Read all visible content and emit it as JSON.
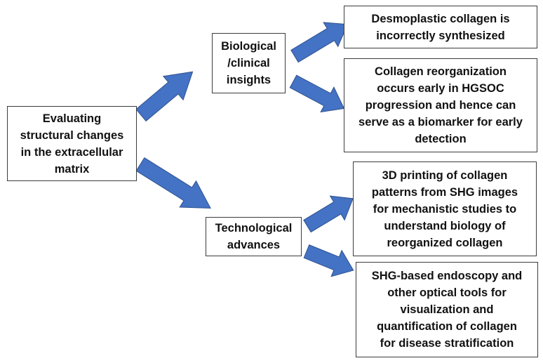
{
  "colors": {
    "arrow_fill": "#4472c4",
    "arrow_stroke": "#2f528f",
    "box_border": "#3c3c3c",
    "text": "#111111"
  },
  "nodes": {
    "root": "Evaluating\nstructural changes\nin the extracellular\nmatrix",
    "biological": "Biological\n/clinical\ninsights",
    "technological": "Technological\nadvances",
    "desmoplastic": "Desmoplastic collagen is\nincorrectly synthesized",
    "reorganization": "Collagen reorganization\noccurs early in HGSOC\nprogression and hence can\nserve as a biomarker for early\ndetection",
    "printing": "3D printing of collagen\npatterns from SHG images\nfor mechanistic studies to\nunderstand biology of\nreorganized collagen",
    "endoscopy": "SHG-based endoscopy and\nother optical tools for\nvisualization and\nquantification of collagen\nfor disease stratification"
  }
}
